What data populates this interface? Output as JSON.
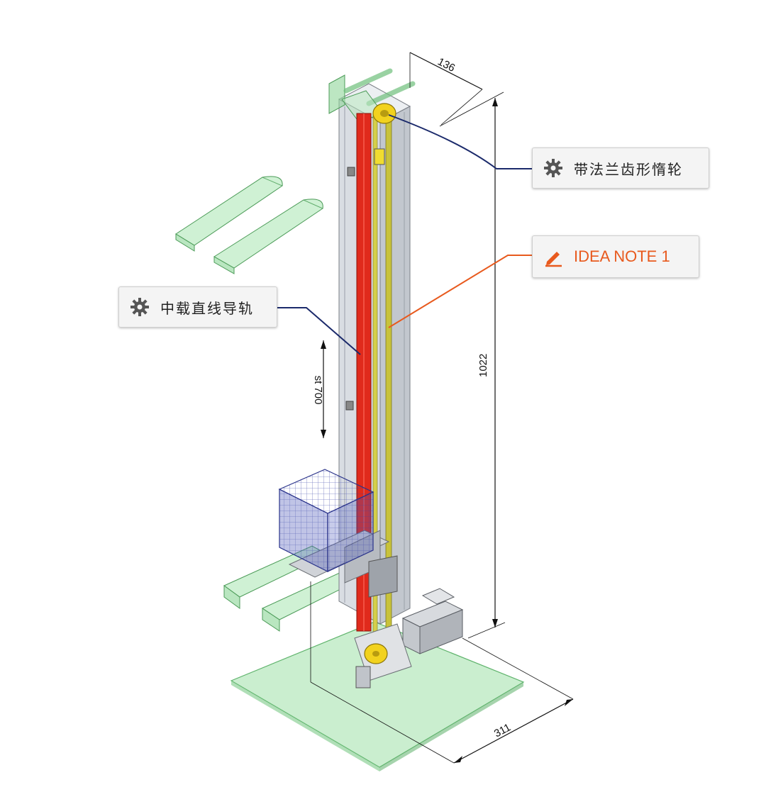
{
  "labels": {
    "pulley": "带法兰齿形惰轮",
    "note": "IDEA NOTE 1",
    "guide": "中载直线导轨"
  },
  "icons": {
    "pulley": "gear-icon",
    "note": "pencil-icon",
    "guide": "gear-icon"
  },
  "dimensions": {
    "width_top": "136",
    "height": "1022",
    "stroke": "st 700",
    "base": "311"
  },
  "colors": {
    "rail": "#e02a1c",
    "belt": "#c8c23a",
    "frame": "#d9dde3",
    "transparent_green": "#7fd08c",
    "box_blue": "#4a55b8",
    "leader_blue": "#1b2a6b",
    "leader_orange": "#e85a1e",
    "note_text": "#e85a1e"
  }
}
